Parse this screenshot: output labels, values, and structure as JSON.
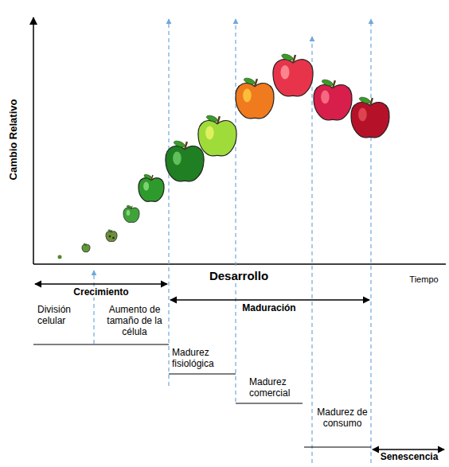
{
  "diagram": {
    "labels": [
      "Cambio Relativo",
      "Desarrollo",
      "Tiempo",
      "Crecimiento",
      "División celular",
      "Aumento de tamaño de la célula",
      "Maduración",
      "Madurez fisiológica",
      "Madurez comercial",
      "Madurez de consumo",
      "Senescencia"
    ]
  }
}
